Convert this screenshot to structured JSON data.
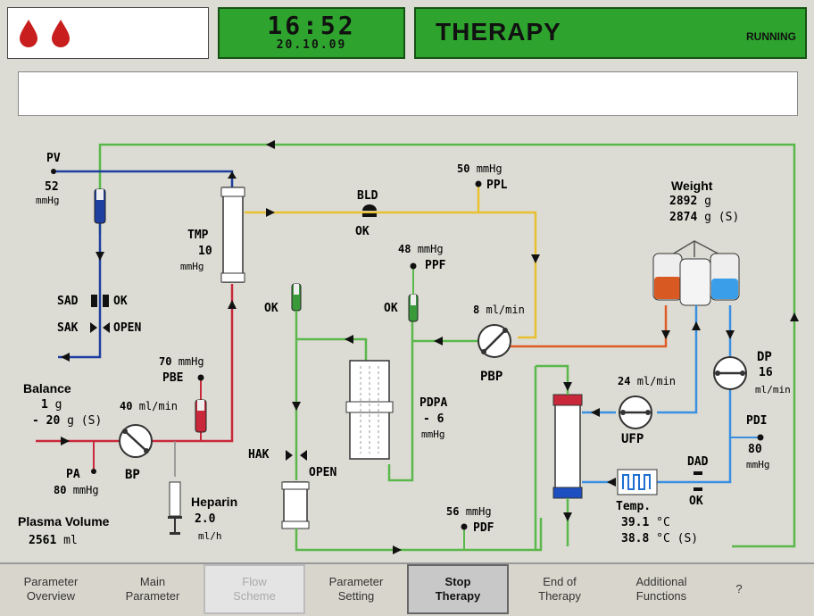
{
  "header": {
    "time": "16:52",
    "date": "20.10.09",
    "mode": "THERAPY",
    "state": "RUNNING",
    "icons": [
      "blood-drop-icon",
      "blood-drop-icon"
    ]
  },
  "message": "",
  "scheme": {
    "pv": {
      "label": "PV",
      "value": "52",
      "unit": "mmHg"
    },
    "tmp": {
      "label": "TMP",
      "value": "10",
      "unit": "mmHg"
    },
    "bld": {
      "label": "BLD",
      "status": "OK"
    },
    "ppl": {
      "value": "50",
      "unit": "mmHg",
      "label": "PPL"
    },
    "ppf": {
      "value": "48",
      "unit": "mmHg",
      "label": "PPF"
    },
    "weight": {
      "label": "Weight",
      "value1": "2892",
      "unit1": "g",
      "value2": "2874",
      "unit2": "g (S)"
    },
    "pbp": {
      "rate": "8",
      "unit": "ml/min",
      "label": "PBP"
    },
    "sad": {
      "label": "SAD",
      "status": "OK"
    },
    "sak": {
      "label": "SAK",
      "status": "OPEN"
    },
    "ok_left": "OK",
    "ok_mid": "OK",
    "pbe": {
      "value": "70",
      "unit": "mmHg",
      "label": "PBE"
    },
    "balance": {
      "label": "Balance",
      "value1": "1",
      "unit1": "g",
      "value2": "- 20",
      "unit2": "g (S)"
    },
    "bp": {
      "rate": "40",
      "unit": "ml/min",
      "label": "BP"
    },
    "pdpa": {
      "label": "PDPA",
      "value": "- 6",
      "unit": "mmHg"
    },
    "dp": {
      "label": "DP",
      "value": "16",
      "unit": "ml/min"
    },
    "ufp": {
      "rate": "24",
      "unit": "ml/min",
      "label": "UFP"
    },
    "pdi": {
      "label": "PDI",
      "value": "80",
      "unit": "mmHg"
    },
    "pa": {
      "label": "PA",
      "value": "80",
      "unit": "mmHg"
    },
    "hak": {
      "label": "HAK",
      "status": "OPEN"
    },
    "heparin": {
      "label": "Heparin",
      "value": "2.0",
      "unit": "ml/h"
    },
    "dad": {
      "label": "DAD",
      "status": "OK"
    },
    "pdf": {
      "value": "56",
      "unit": "mmHg",
      "label": "PDF"
    },
    "temp": {
      "label": "Temp.",
      "value1": "39.1",
      "unit1": "°C",
      "value2": "38.8",
      "unit2": "°C (S)"
    },
    "plasma": {
      "label": "Plasma Volume",
      "value": "2561",
      "unit": "ml"
    }
  },
  "footer": {
    "buttons": [
      {
        "label": "Parameter\nOverview"
      },
      {
        "label": "Main\nParameter"
      },
      {
        "label": "Flow\nScheme"
      },
      {
        "label": "Parameter\nSetting"
      },
      {
        "label": "Stop\nTherapy"
      },
      {
        "label": "End of\nTherapy"
      },
      {
        "label": "Additional\nFunctions"
      },
      {
        "label": "?"
      }
    ]
  },
  "colors": {
    "green": "#2ea42e",
    "blood": "#c8283a",
    "blue": "#1e6fd0",
    "dialysate": "#3a8fe0",
    "filtrate": "#e8c030",
    "waste": "#e05a28",
    "line_green": "#5ab84a"
  }
}
